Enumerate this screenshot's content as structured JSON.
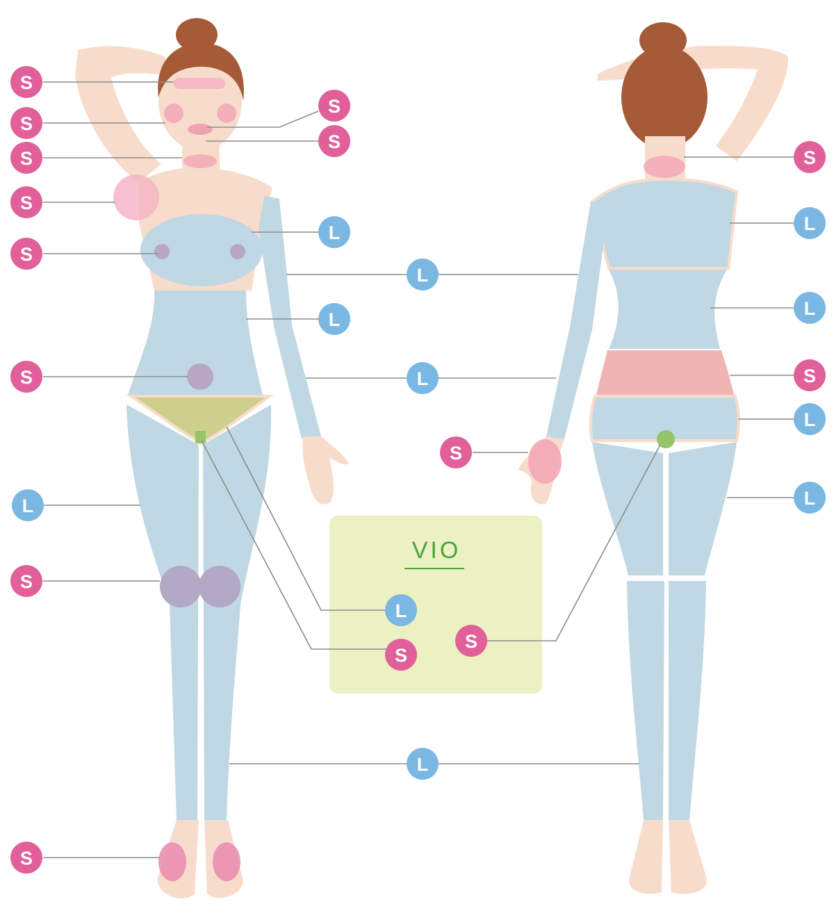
{
  "vio_box": {
    "title": "VIO",
    "fill": "#ecf1c3",
    "title_color": "#4aa33a"
  },
  "legend_colors": {
    "S": "#e2609a",
    "L": "#7ab8e3"
  },
  "badges": [
    {
      "id": "front-forehead",
      "label": "S",
      "size": "S"
    },
    {
      "id": "front-cheek",
      "label": "S",
      "size": "S"
    },
    {
      "id": "front-neck",
      "label": "S",
      "size": "S"
    },
    {
      "id": "front-underarm",
      "label": "S",
      "size": "S"
    },
    {
      "id": "front-nipple",
      "label": "S",
      "size": "S"
    },
    {
      "id": "front-nose",
      "label": "S",
      "size": "S"
    },
    {
      "id": "front-chin",
      "label": "S",
      "size": "S"
    },
    {
      "id": "front-chest",
      "label": "L",
      "size": "L"
    },
    {
      "id": "arm-upper",
      "label": "L",
      "size": "L"
    },
    {
      "id": "front-abdomen",
      "label": "L",
      "size": "L"
    },
    {
      "id": "arm-lower",
      "label": "L",
      "size": "L"
    },
    {
      "id": "front-navel",
      "label": "S",
      "size": "S"
    },
    {
      "id": "front-thigh",
      "label": "L",
      "size": "L"
    },
    {
      "id": "front-knee",
      "label": "S",
      "size": "S"
    },
    {
      "id": "front-foot",
      "label": "S",
      "size": "S"
    },
    {
      "id": "hand",
      "label": "S",
      "size": "S"
    },
    {
      "id": "vio-bikini",
      "label": "L",
      "size": "L"
    },
    {
      "id": "vio-i-line",
      "label": "S",
      "size": "S"
    },
    {
      "id": "vio-o-line",
      "label": "S",
      "size": "S"
    },
    {
      "id": "lower-leg",
      "label": "L",
      "size": "L"
    },
    {
      "id": "back-nape",
      "label": "S",
      "size": "S"
    },
    {
      "id": "back-upper",
      "label": "L",
      "size": "L"
    },
    {
      "id": "back-waist",
      "label": "L",
      "size": "L"
    },
    {
      "id": "back-hip-top",
      "label": "S",
      "size": "S"
    },
    {
      "id": "back-buttocks",
      "label": "L",
      "size": "L"
    },
    {
      "id": "back-thigh",
      "label": "L",
      "size": "L"
    }
  ]
}
